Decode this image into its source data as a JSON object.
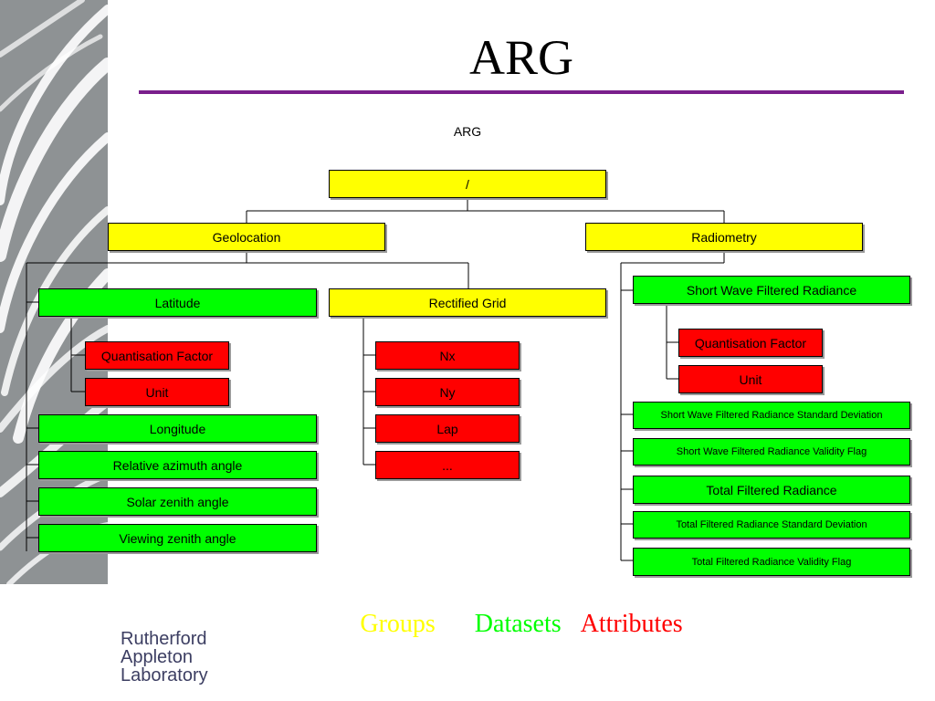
{
  "title": "ARG",
  "diagram_title": "ARG",
  "colors": {
    "group": "#ffff00",
    "dataset": "#00ff00",
    "attribute": "#ff0000",
    "title_rule": "#7a1f8c"
  },
  "tree": {
    "root": "/",
    "geolocation": {
      "label": "Geolocation",
      "latitude": {
        "label": "Latitude",
        "quantisation": "Quantisation Factor",
        "unit": "Unit"
      },
      "longitude": "Longitude",
      "relative_azimuth": "Relative azimuth angle",
      "solar_zenith": "Solar zenith angle",
      "viewing_zenith": "Viewing zenith angle",
      "rectified_grid": {
        "label": "Rectified Grid",
        "nx": "Nx",
        "ny": "Ny",
        "lap": "Lap",
        "more": "..."
      }
    },
    "radiometry": {
      "label": "Radiometry",
      "sw_radiance": {
        "label": "Short Wave Filtered Radiance",
        "quantisation": "Quantisation Factor",
        "unit": "Unit"
      },
      "sw_std": "Short Wave Filtered Radiance Standard Deviation",
      "sw_flag": "Short Wave Filtered Radiance Validity Flag",
      "total_radiance": "Total Filtered Radiance",
      "total_std": "Total Filtered Radiance Standard Deviation",
      "total_flag": "Total Filtered Radiance Validity Flag"
    }
  },
  "legend": {
    "groups": "Groups",
    "datasets": "Datasets",
    "attributes": "Attributes"
  },
  "logo": {
    "line1": "Rutherford",
    "line2": "Appleton",
    "line3": "Laboratory"
  }
}
